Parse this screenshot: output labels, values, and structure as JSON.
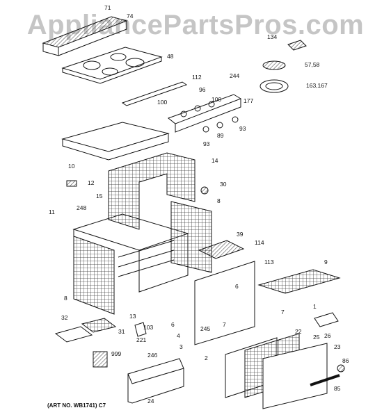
{
  "watermark": "AppliancePartsPros.com",
  "art_number": "(ART NO. WB1741) C7",
  "callouts": [
    "71",
    "74",
    "48",
    "134",
    "57,58",
    "163,167",
    "112",
    "244",
    "96",
    "100",
    "100",
    "177",
    "93",
    "89",
    "93",
    "10",
    "14",
    "12",
    "30",
    "15",
    "248",
    "11",
    "8",
    "8",
    "39",
    "114",
    "113",
    "9",
    "6",
    "7",
    "1",
    "13",
    "103",
    "6",
    "245",
    "7",
    "22",
    "26",
    "25",
    "23",
    "86",
    "85",
    "4",
    "3",
    "2",
    "32",
    "31",
    "221",
    "999",
    "246",
    "24"
  ],
  "colors": {
    "line": "#111111",
    "hatch": "#555555",
    "watermark": "#969696"
  }
}
